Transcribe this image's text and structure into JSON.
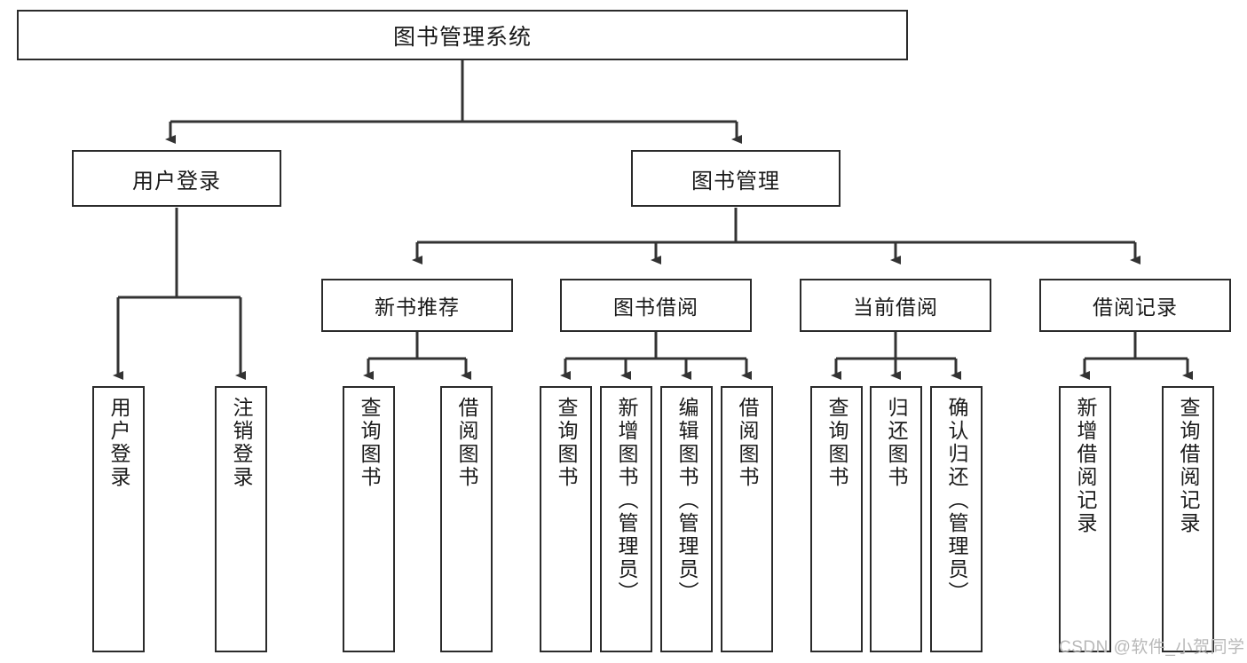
{
  "diagram": {
    "type": "hierarchy-tree",
    "title": "图书管理系统",
    "watermark": "CSDN @软件_小贺同学",
    "colors": {
      "box_border": "#2b2b2b",
      "box_fill": "#ffffff",
      "connector": "#333333",
      "text": "#1a1a1a",
      "watermark": "#b9b9b9"
    },
    "root": {
      "label": "图书管理系统",
      "orientation": "horizontal"
    },
    "level2": [
      {
        "label": "用户登录",
        "orientation": "horizontal"
      },
      {
        "label": "图书管理",
        "orientation": "horizontal"
      }
    ],
    "level3": [
      {
        "label": "新书推荐",
        "orientation": "horizontal"
      },
      {
        "label": "图书借阅",
        "orientation": "horizontal"
      },
      {
        "label": "当前借阅",
        "orientation": "horizontal"
      },
      {
        "label": "借阅记录",
        "orientation": "horizontal"
      }
    ],
    "leaves": {
      "user_login": [
        {
          "label": "用户登录",
          "orientation": "vertical"
        },
        {
          "label": "注销登录",
          "orientation": "vertical"
        }
      ],
      "new_book_recommend": [
        {
          "label": "查询图书",
          "orientation": "vertical"
        },
        {
          "label": "借阅图书",
          "orientation": "vertical"
        }
      ],
      "book_borrow": [
        {
          "label": "查询图书",
          "orientation": "vertical"
        },
        {
          "label": "新增图书（管理员）",
          "orientation": "vertical"
        },
        {
          "label": "编辑图书（管理员）",
          "orientation": "vertical"
        },
        {
          "label": "借阅图书",
          "orientation": "vertical"
        }
      ],
      "current_borrow": [
        {
          "label": "查询图书",
          "orientation": "vertical"
        },
        {
          "label": "归还图书",
          "orientation": "vertical"
        },
        {
          "label": "确认归还（管理员）",
          "orientation": "vertical"
        }
      ],
      "borrow_record": [
        {
          "label": "新增借阅记录",
          "orientation": "vertical"
        },
        {
          "label": "查询借阅记录",
          "orientation": "vertical"
        }
      ]
    }
  }
}
